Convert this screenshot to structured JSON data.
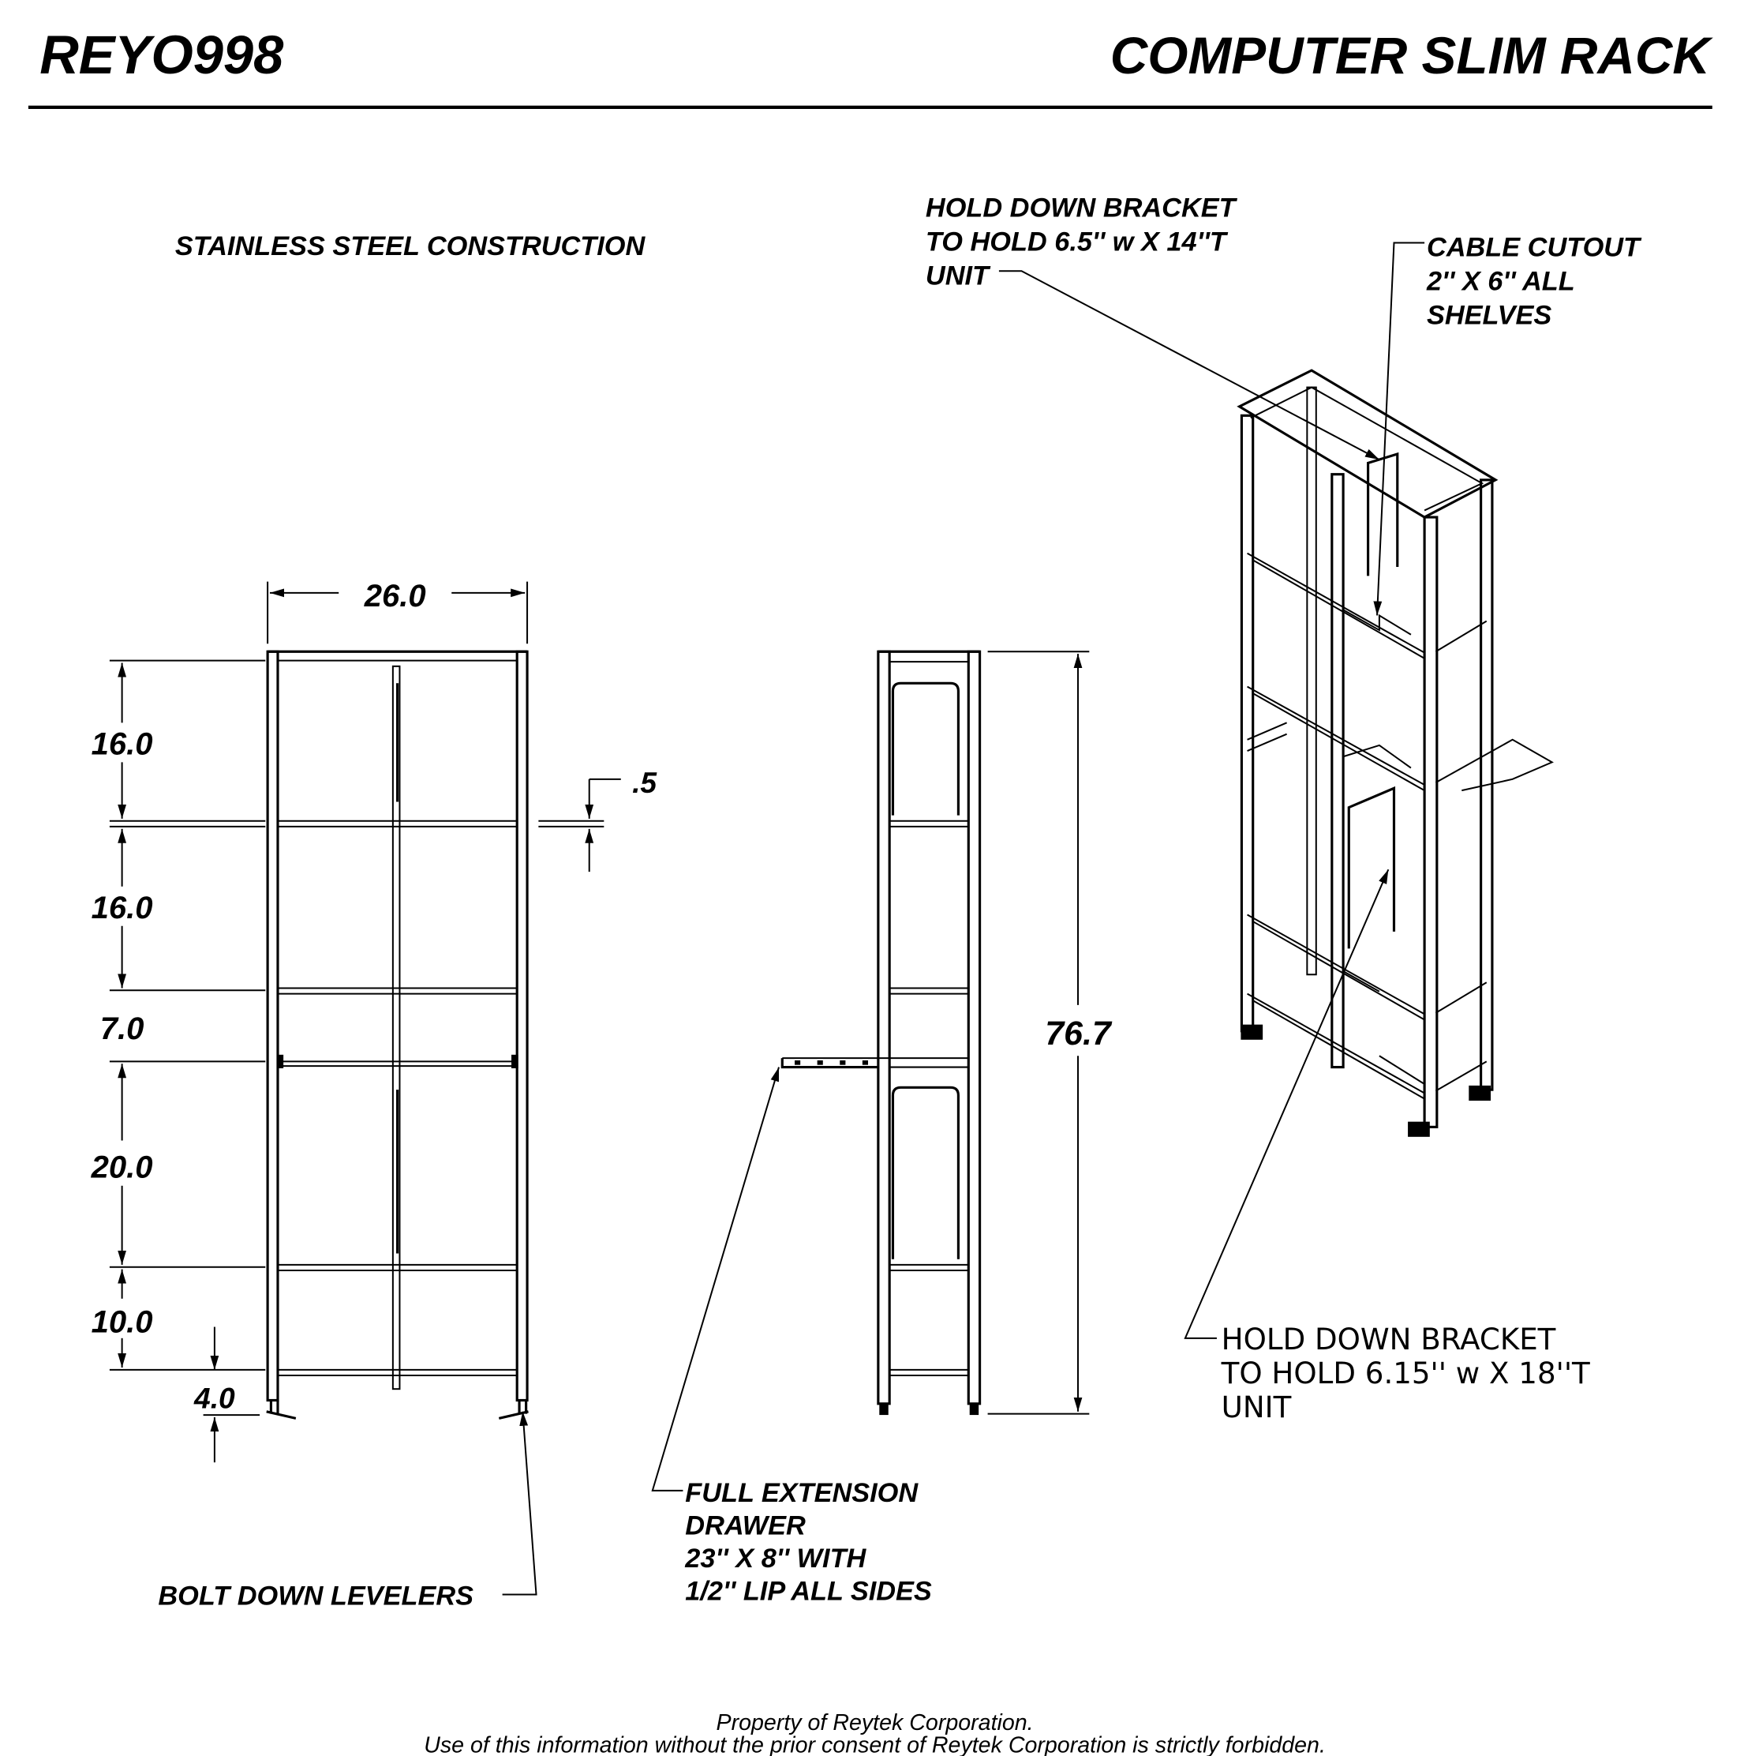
{
  "header": {
    "drawing_number": "REYO998",
    "title": "COMPUTER SLIM RACK"
  },
  "notes": {
    "construction": "STAINLESS STEEL CONSTRUCTION",
    "bracket_top": [
      "HOLD DOWN BRACKET",
      "TO HOLD 6.5'' w X 14''T",
      "UNIT"
    ],
    "cable_cutout": [
      "CABLE CUTOUT",
      "2'' X 6'' ALL",
      "SHELVES"
    ],
    "bracket_bottom": [
      "HOLD DOWN BRACKET",
      "TO HOLD 6.15'' w X 18''T",
      "UNIT"
    ],
    "drawer": [
      "FULL EXTENSION",
      "DRAWER",
      "23'' X 8'' WITH",
      "1/2'' LIP ALL SIDES"
    ],
    "levelers": "BOLT DOWN LEVELERS"
  },
  "dimensions": {
    "width": "26.0",
    "shelf_gap_1": "16.0",
    "shelf_gap_2": "16.0",
    "drawer_gap": "7.0",
    "shelf_gap_3": "20.0",
    "shelf_gap_4": "10.0",
    "leg": "4.0",
    "shelf_thickness": ".5",
    "overall_height": "76.7"
  },
  "footer": {
    "line1": "Property of Reytek Corporation.",
    "line2": "Use of this information without the prior consent of Reytek Corporation is strictly forbidden."
  }
}
